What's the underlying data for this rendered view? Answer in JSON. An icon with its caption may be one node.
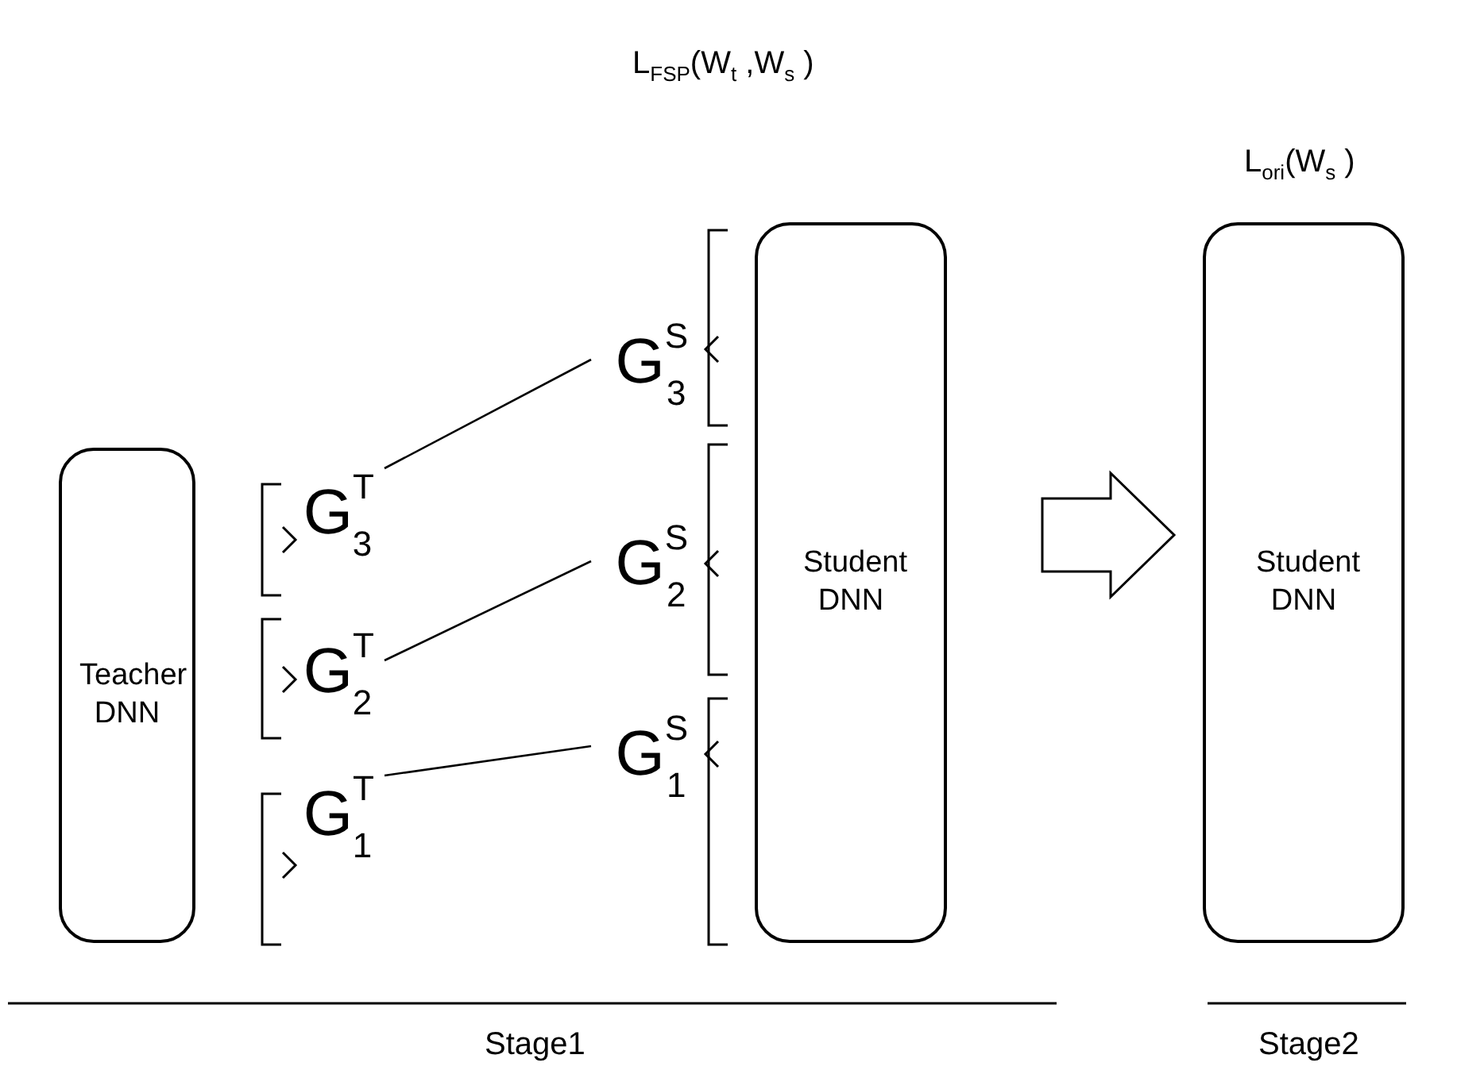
{
  "diagram": {
    "nodes": [
      {
        "text": [
          "Teacher DNN"
        ]
      },
      {
        "text": [
          "G$^{T}$$_{3}$"
        ]
      },
      {
        "text": [
          "G$^{T}$$_{2}$"
        ]
      },
      {
        "text": [
          "G$^{T}$$_{1}$"
        ]
      },
      {
        "text": [
          "G$^{S}$$_{3}$"
        ]
      },
      {
        "text": [
          "G$^{S}$$_{2}$"
        ]
      },
      {
        "text": [
          "G$^{S}$$_{1}$"
        ]
      },
      {
        "text": [
          "Student DNN"
        ]
      },
      {
        "text": [
          "Student DNN"
        ]
      }
    ],
    "edges": [
      {
        "from": 1,
        "to": 4,
        "arrow": "none"
      },
      {
        "from": 2,
        "to": 5,
        "arrow": "none"
      },
      {
        "from": 3,
        "to": 6,
        "arrow": "none"
      },
      {
        "from": 7,
        "to": 8,
        "arrow": "to",
        "style": "thick"
      }
    ],
    "labels": [
      "L$_{FSP}$(W$_{t}$ ,W$_{s}$ )",
      "L$_{ori}$(W$_{s}$ )",
      "Stage1",
      "Stage2"
    ]
  }
}
